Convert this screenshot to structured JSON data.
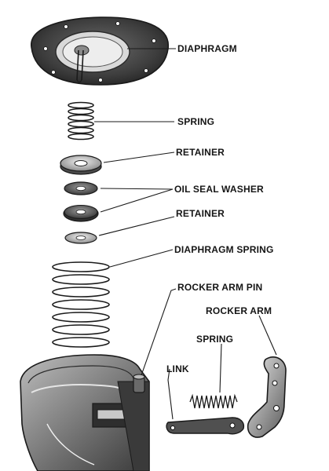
{
  "labels": {
    "diaphragm": "DIAPHRAGM",
    "spring_top": "SPRING",
    "retainer_top": "RETAINER",
    "oil_seal_washer": "OIL SEAL WASHER",
    "retainer_bottom": "RETAINER",
    "diaphragm_spring": "DIAPHRAGM SPRING",
    "rocker_arm_pin": "ROCKER ARM PIN",
    "rocker_arm": "ROCKER ARM",
    "spring_small": "SPRING",
    "link": "LINK"
  },
  "colors": {
    "ink": "#1a1a1a",
    "dark_metal": "#3a3a3a",
    "mid_metal": "#7a7a7a",
    "light_metal": "#cfcfcf",
    "paper": "#ffffff"
  }
}
